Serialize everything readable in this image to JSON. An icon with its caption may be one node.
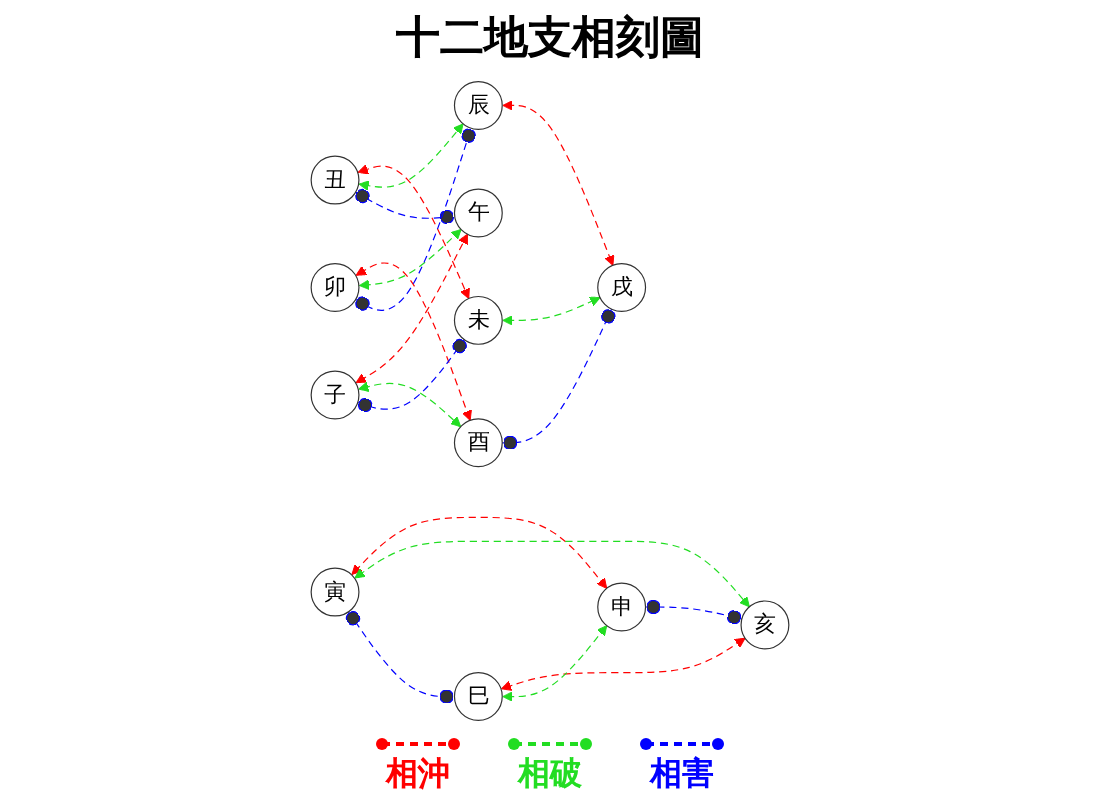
{
  "diagram": {
    "title": "十二地支相刻圖",
    "nodes": [
      {
        "text": [
          "子"
        ]
      },
      {
        "text": [
          "丑"
        ]
      },
      {
        "text": [
          "寅"
        ]
      },
      {
        "text": [
          "卯"
        ]
      },
      {
        "text": [
          "辰"
        ]
      },
      {
        "text": [
          "巳"
        ]
      },
      {
        "text": [
          "午"
        ]
      },
      {
        "text": [
          "未"
        ]
      },
      {
        "text": [
          "申"
        ]
      },
      {
        "text": [
          "酉"
        ]
      },
      {
        "text": [
          "戌"
        ]
      },
      {
        "text": [
          "亥"
        ]
      }
    ],
    "edges": [
      {
        "from": 0,
        "to": 6,
        "arrow": "both",
        "style": "dashed",
        "color": "#ff0000"
      },
      {
        "from": 1,
        "to": 7,
        "arrow": "both",
        "style": "dashed",
        "color": "#ff0000"
      },
      {
        "from": 2,
        "to": 8,
        "arrow": "both",
        "style": "dashed",
        "color": "#ff0000"
      },
      {
        "from": 3,
        "to": 9,
        "arrow": "both",
        "style": "dashed",
        "color": "#ff0000"
      },
      {
        "from": 4,
        "to": 10,
        "arrow": "both",
        "style": "dashed",
        "color": "#ff0000"
      },
      {
        "from": 5,
        "to": 11,
        "arrow": "both",
        "style": "dashed",
        "color": "#ff0000"
      },
      {
        "from": 0,
        "to": 9,
        "arrow": "both",
        "style": "dashed",
        "color": "#22dd22"
      },
      {
        "from": 1,
        "to": 4,
        "arrow": "both",
        "style": "dashed",
        "color": "#22dd22"
      },
      {
        "from": 2,
        "to": 11,
        "arrow": "both",
        "style": "dashed",
        "color": "#22dd22"
      },
      {
        "from": 3,
        "to": 6,
        "arrow": "both",
        "style": "dashed",
        "color": "#22dd22"
      },
      {
        "from": 5,
        "to": 8,
        "arrow": "both",
        "style": "dashed",
        "color": "#22dd22"
      },
      {
        "from": 7,
        "to": 10,
        "arrow": "both",
        "style": "dashed",
        "color": "#22dd22"
      },
      {
        "from": 0,
        "to": 7,
        "arrow": "other",
        "style": "dashed",
        "color": "#0000ff"
      },
      {
        "from": 1,
        "to": 6,
        "arrow": "other",
        "style": "dashed",
        "color": "#0000ff"
      },
      {
        "from": 2,
        "to": 5,
        "arrow": "other",
        "style": "dashed",
        "color": "#0000ff"
      },
      {
        "from": 3,
        "to": 4,
        "arrow": "other",
        "style": "dashed",
        "color": "#0000ff"
      },
      {
        "from": 8,
        "to": 11,
        "arrow": "other",
        "style": "dashed",
        "color": "#0000ff"
      },
      {
        "from": 9,
        "to": 10,
        "arrow": "other",
        "style": "dashed",
        "color": "#0000ff"
      }
    ],
    "legend": [
      {
        "text": "相沖"
      },
      {
        "text": "相破"
      },
      {
        "text": "相害"
      }
    ]
  }
}
